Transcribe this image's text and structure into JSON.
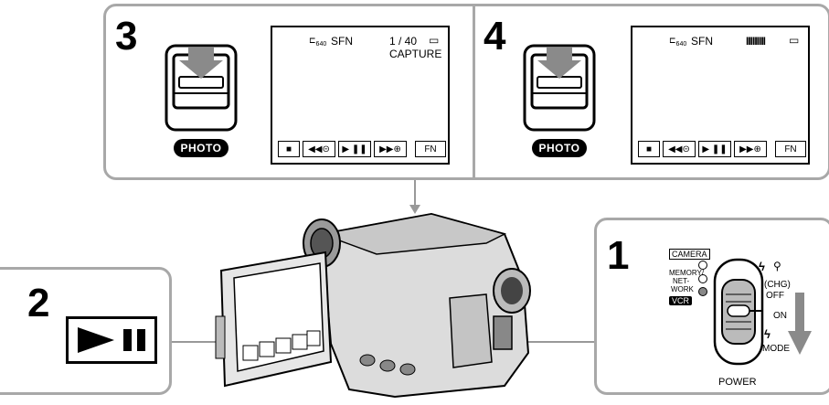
{
  "steps": {
    "step1": "1",
    "step2": "2",
    "step3": "3",
    "step4": "4"
  },
  "panel3": {
    "button_label": "PHOTO",
    "lcd": {
      "format": "SFN",
      "size_sub": "640",
      "counter": "1 / 40",
      "status": "CAPTURE",
      "controls": [
        "■",
        "◀◀⊝",
        "▶ ❚❚",
        "▶▶⊕",
        "FN"
      ]
    }
  },
  "panel4": {
    "button_label": "PHOTO",
    "lcd": {
      "format": "SFN",
      "size_sub": "640",
      "progress": "IIIIIIIII",
      "controls": [
        "■",
        "◀◀⊝",
        "▶ ❚❚",
        "▶▶⊕",
        "FN"
      ]
    }
  },
  "panel2": {
    "button_glyph": "▶ ❚❚"
  },
  "panel1": {
    "mode_camera": "CAMERA",
    "mode_memory": "MEMORY/",
    "mode_network": "NET-",
    "mode_work": "WORK",
    "mode_vcr": "VCR",
    "chg": "(CHG)",
    "off": "OFF",
    "on": "ON",
    "mode": "MODE",
    "power": "POWER"
  }
}
